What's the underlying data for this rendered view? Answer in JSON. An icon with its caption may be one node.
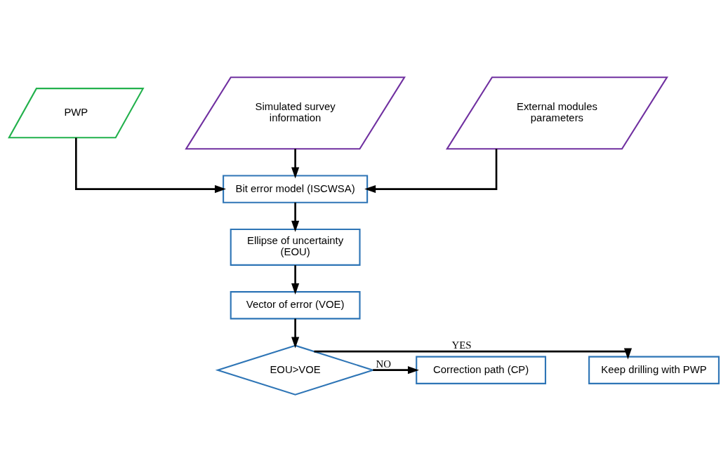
{
  "diagram": {
    "nodes": [
      {
        "text": [
          "PWP"
        ]
      },
      {
        "text": [
          "Simulated survey information"
        ]
      },
      {
        "text": [
          "External modules parameters"
        ]
      },
      {
        "text": [
          "Bit error model (ISCWSA)"
        ]
      },
      {
        "text": [
          "Ellipse of uncertainty (EOU)"
        ]
      },
      {
        "text": [
          "Vector of error (VOE)"
        ]
      },
      {
        "text": [
          "EOU>VOE"
        ]
      },
      {
        "text": [
          "Keep drilling with PWP"
        ]
      },
      {
        "text": [
          "Correction path (CP)"
        ]
      }
    ],
    "edges": [
      {
        "from": 0,
        "to": 3,
        "arrow": "to"
      },
      {
        "from": 1,
        "to": 3,
        "arrow": "to"
      },
      {
        "from": 2,
        "to": 3,
        "arrow": "to"
      },
      {
        "from": 3,
        "to": 4,
        "arrow": "to"
      },
      {
        "from": 4,
        "to": 5,
        "arrow": "to"
      },
      {
        "from": 5,
        "to": 6,
        "arrow": "to"
      },
      {
        "from": 6,
        "to": 7,
        "arrow": "to",
        "label": "YES"
      },
      {
        "from": 6,
        "to": 8,
        "arrow": "to",
        "label": "NO"
      }
    ]
  }
}
